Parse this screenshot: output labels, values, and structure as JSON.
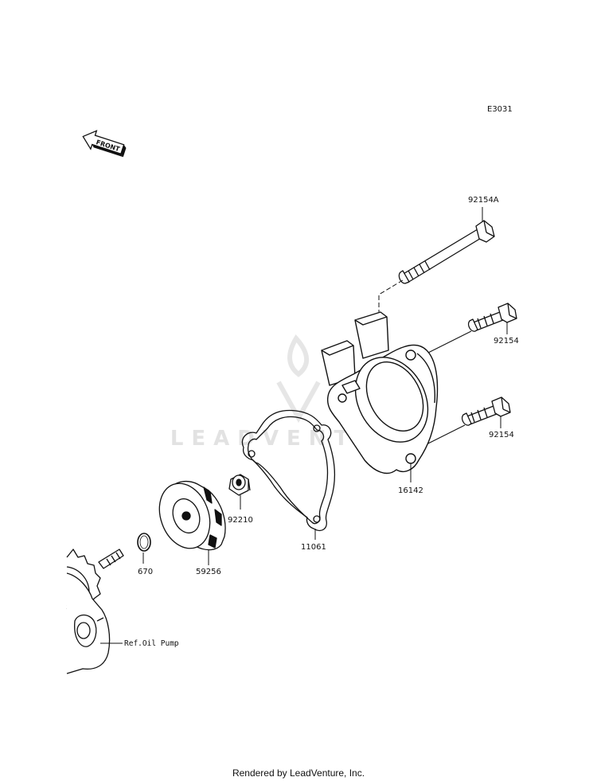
{
  "diagram_code": "E3031",
  "front_arrow_label": "FRONT",
  "watermark_text": "LEADVENTURE",
  "parts": [
    {
      "number": "92154A",
      "name": "bolt-long"
    },
    {
      "number": "92154",
      "name": "bolt-upper"
    },
    {
      "number": "92154",
      "name": "bolt-lower"
    },
    {
      "number": "16142",
      "name": "pump-cover"
    },
    {
      "number": "11061",
      "name": "gasket"
    },
    {
      "number": "92210",
      "name": "nut"
    },
    {
      "number": "59256",
      "name": "impeller"
    },
    {
      "number": "670",
      "name": "o-ring"
    }
  ],
  "reference_label": "Ref.Oil Pump",
  "footer_text": "Rendered by LeadVenture, Inc.",
  "colors": {
    "line": "#111111",
    "watermark": "#e2e2e2"
  }
}
